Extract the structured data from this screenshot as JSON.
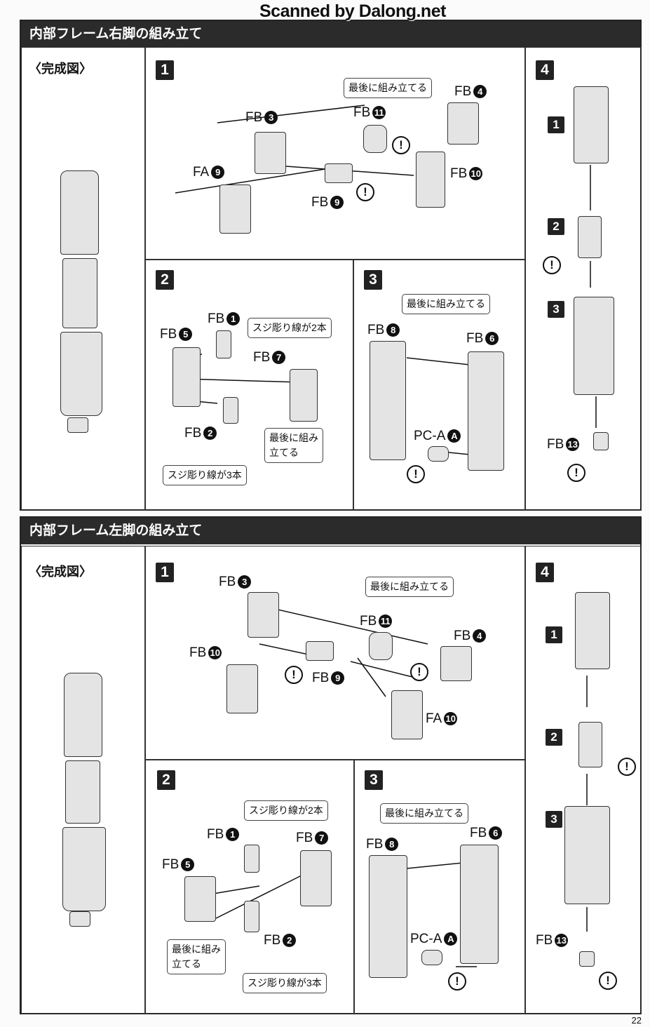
{
  "watermark": "Scanned by Dalong.net",
  "page_number": "22",
  "right": {
    "title": "内部フレーム右脚の組み立て",
    "complete_label": "〈完成図〉",
    "steps": [
      "1",
      "2",
      "3",
      "4"
    ],
    "sub_steps": [
      "1",
      "2",
      "3"
    ],
    "warn": "!",
    "s1": {
      "callout": "最後に組み立てる",
      "fb4": {
        "c": "FB",
        "n": "4"
      },
      "fb11": {
        "c": "FB",
        "n": "11"
      },
      "fb3": {
        "c": "FB",
        "n": "3"
      },
      "fa9": {
        "c": "FA",
        "n": "9"
      },
      "fb10": {
        "c": "FB",
        "n": "10"
      },
      "fb9": {
        "c": "FB",
        "n": "9"
      }
    },
    "s2": {
      "fb1": {
        "c": "FB",
        "n": "1"
      },
      "fb5": {
        "c": "FB",
        "n": "5"
      },
      "fb7": {
        "c": "FB",
        "n": "7"
      },
      "fb2": {
        "c": "FB",
        "n": "2"
      },
      "callout_2lines": "スジ彫り線が2本",
      "callout_last_1": "最後に組み",
      "callout_last_2": "立てる",
      "callout_3lines": "スジ彫り線が3本"
    },
    "s3": {
      "callout": "最後に組み立てる",
      "fb8": {
        "c": "FB",
        "n": "8"
      },
      "fb6": {
        "c": "FB",
        "n": "6"
      },
      "pca": {
        "c": "PC-A",
        "n": "A"
      }
    },
    "s4": {
      "fb13": {
        "c": "FB",
        "n": "13"
      }
    }
  },
  "left": {
    "title": "内部フレーム左脚の組み立て",
    "complete_label": "〈完成図〉",
    "steps": [
      "1",
      "2",
      "3",
      "4"
    ],
    "sub_steps": [
      "1",
      "2",
      "3"
    ],
    "warn": "!",
    "s1": {
      "callout": "最後に組み立てる",
      "fb3": {
        "c": "FB",
        "n": "3"
      },
      "fb11": {
        "c": "FB",
        "n": "11"
      },
      "fb4": {
        "c": "FB",
        "n": "4"
      },
      "fb10": {
        "c": "FB",
        "n": "10"
      },
      "fb9": {
        "c": "FB",
        "n": "9"
      },
      "fa10": {
        "c": "FA",
        "n": "10"
      }
    },
    "s2": {
      "callout_2lines": "スジ彫り線が2本",
      "fb1": {
        "c": "FB",
        "n": "1"
      },
      "fb7": {
        "c": "FB",
        "n": "7"
      },
      "fb5": {
        "c": "FB",
        "n": "5"
      },
      "fb2": {
        "c": "FB",
        "n": "2"
      },
      "callout_last_1": "最後に組み",
      "callout_last_2": "立てる",
      "callout_3lines": "スジ彫り線が3本"
    },
    "s3": {
      "callout": "最後に組み立てる",
      "fb8": {
        "c": "FB",
        "n": "8"
      },
      "fb6": {
        "c": "FB",
        "n": "6"
      },
      "pca": {
        "c": "PC-A",
        "n": "A"
      }
    },
    "s4": {
      "fb13": {
        "c": "FB",
        "n": "13"
      }
    }
  }
}
